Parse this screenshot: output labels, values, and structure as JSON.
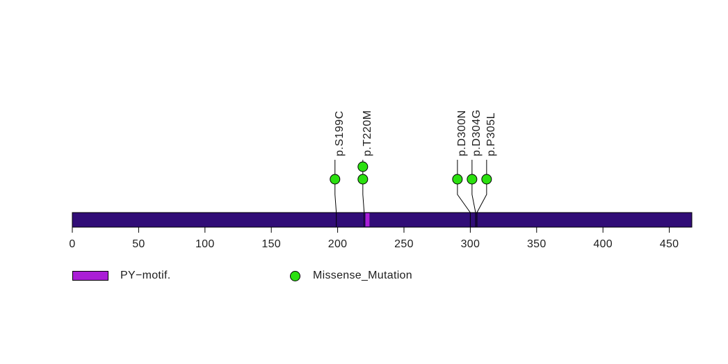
{
  "chart_data": {
    "type": "lollipop",
    "title": "",
    "xlabel": "",
    "axis": {
      "xlim": [
        0,
        467
      ],
      "ticks": [
        0,
        50,
        100,
        150,
        200,
        250,
        300,
        350,
        400,
        450
      ]
    },
    "protein": {
      "bar_color": "#310D77",
      "bar_border_color": "#000000"
    },
    "domains": [
      {
        "name": "PY-motif.",
        "start": 221,
        "end": 224,
        "color": "#AA1ED6"
      }
    ],
    "mutation_type_colors": {
      "Missense_Mutation": "#2BE010"
    },
    "mutations": [
      {
        "label": "p.S199C",
        "position": 199,
        "display_pos": 198,
        "count": 1,
        "type": "Missense_Mutation"
      },
      {
        "label": "p.T220M",
        "position": 220,
        "display_pos": 219,
        "count": 2,
        "type": "Missense_Mutation"
      },
      {
        "label": "p.D300N",
        "position": 300,
        "display_pos": 290.3,
        "count": 1,
        "type": "Missense_Mutation"
      },
      {
        "label": "p.D304G",
        "position": 304,
        "display_pos": 301.3,
        "count": 1,
        "type": "Missense_Mutation"
      },
      {
        "label": "p.P305L",
        "position": 305,
        "display_pos": 312.3,
        "count": 1,
        "type": "Missense_Mutation"
      }
    ],
    "legend": [
      {
        "label": "PY−motif.",
        "swatch": "rect",
        "color": "#AA1ED6"
      },
      {
        "label": "Missense_Mutation",
        "swatch": "circle",
        "color": "#2BE010"
      }
    ]
  }
}
